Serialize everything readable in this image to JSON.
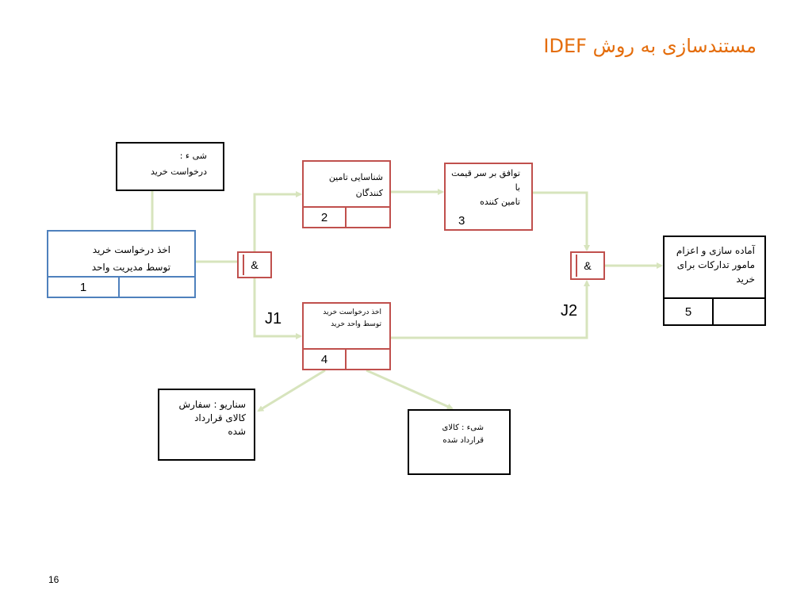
{
  "slide": {
    "title": "مستندسازی به روش IDEF",
    "page_number": "16"
  },
  "colors": {
    "title": "#e46c0a",
    "uob1_border": "#4f81bd",
    "uob_border": "#c0504d",
    "connector": "#d7e4bd",
    "box_border": "#000000"
  },
  "units": [
    {
      "id": "1",
      "label": "اخذ درخواست خرید\nتوسط مدیریت واحد",
      "number": "1"
    },
    {
      "id": "2",
      "label": "شناسایی تامین\nکنندگان",
      "number": "2"
    },
    {
      "id": "3",
      "label": "توافق بر سر قیمت با\nتامین کننده",
      "number": "3"
    },
    {
      "id": "4",
      "label": "اخذ درخواست خرید\nتوسط واحد خرید",
      "number": "4"
    },
    {
      "id": "5",
      "label": "آماده سازی و اعزام\nمامور تدارکات برای\nخرید",
      "number": "5"
    }
  ],
  "objects": [
    {
      "id": "obj1",
      "label": "شی ء :\nدرخواست خرید"
    },
    {
      "id": "scen1",
      "label": "سناریو : سفارش\nکالای قرارداد\nشده"
    },
    {
      "id": "obj2",
      "label": "شیء : کالای\nقرارداد شده"
    }
  ],
  "junctions": [
    {
      "id": "J1",
      "symbol": "&",
      "label": "J1"
    },
    {
      "id": "J2",
      "symbol": "&",
      "label": "J2"
    }
  ]
}
